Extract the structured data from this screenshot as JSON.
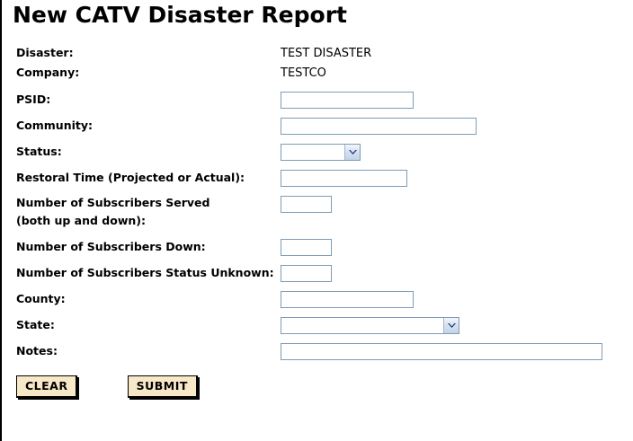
{
  "page": {
    "title": "New CATV Disaster Report"
  },
  "form": {
    "fields": [
      {
        "id": "disaster",
        "label": "Disaster:",
        "control": "static",
        "value": "TEST DISASTER"
      },
      {
        "id": "company",
        "label": "Company:",
        "control": "static",
        "value": "TESTCO"
      },
      {
        "id": "psid",
        "label": "PSID:",
        "control": "text",
        "value": "",
        "placeholder": ""
      },
      {
        "id": "community",
        "label": "Community:",
        "control": "text",
        "value": "",
        "placeholder": ""
      },
      {
        "id": "status",
        "label": "Status:",
        "control": "select",
        "value": "",
        "options": [
          ""
        ]
      },
      {
        "id": "restoral-time",
        "label": "Restoral Time (Projected or Actual):",
        "control": "text",
        "value": "",
        "placeholder": ""
      },
      {
        "id": "subscribers-served",
        "label_line1": "Number of Subscribers Served",
        "label_line2": "(both up and down):",
        "control": "text",
        "value": "",
        "placeholder": ""
      },
      {
        "id": "subscribers-down",
        "label": "Number of Subscribers Down:",
        "control": "text",
        "value": "",
        "placeholder": ""
      },
      {
        "id": "subscribers-unknown",
        "label": "Number of Subscribers Status Unknown:",
        "control": "text",
        "value": "",
        "placeholder": ""
      },
      {
        "id": "county",
        "label": "County:",
        "control": "text",
        "value": "",
        "placeholder": ""
      },
      {
        "id": "state",
        "label": "State:",
        "control": "select",
        "value": "",
        "options": [
          ""
        ]
      },
      {
        "id": "notes",
        "label": "Notes:",
        "control": "text",
        "value": "",
        "placeholder": ""
      }
    ]
  },
  "buttons": {
    "clear_label": "CLEAR",
    "submit_label": "SUBMIT"
  },
  "icons": {
    "dropdown_arrow": "chevron-down-icon"
  },
  "colors": {
    "page_background": "#ffffff",
    "text": "#000000",
    "input_border": "#7e9cb7",
    "button_background": "#f7e8c8",
    "button_border": "#000000",
    "dropdown_button": "#c3d3e8",
    "left_rule": "#000000"
  }
}
